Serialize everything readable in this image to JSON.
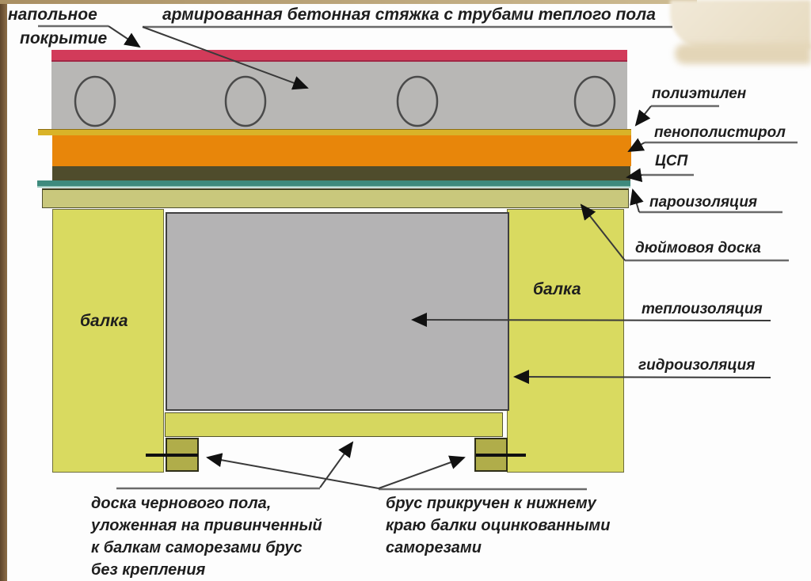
{
  "title": "армированная бетонная стяжка с трубами теплого пола",
  "labels": {
    "floor_covering_line1": "напольное",
    "floor_covering_line2": "покрытие",
    "polyethylene": "полиэтилен",
    "polystyrene": "пенополистирол",
    "csp": "ЦСП",
    "vapor_barrier": "пароизоляция",
    "inch_board": "дюймовоя доска",
    "beam_left": "балка",
    "beam_right": "балка",
    "thermal_insulation": "теплоизоляция",
    "waterproofing": "гидроизоляция"
  },
  "notes": {
    "subfloor": [
      "доска чернового пола,",
      "уложенная на привинченный",
      "к балкам саморезами брус",
      "без крепления"
    ],
    "bar": [
      "брус прикручен к нижнему",
      "краю балки оцинкованными",
      "саморезами"
    ]
  },
  "colors": {
    "floor_covering_pink": "#d23b5a",
    "screed_gray": "#b8b7b5",
    "polyethylene_yellow": "#d9b328",
    "polystyrene_orange": "#e8860a",
    "csp_dark_olive": "#4f4c2c",
    "vapor_barrier_teal": "#3e8a7d",
    "inch_board_khaki": "#c9c87c",
    "beam_yellow": "#d9da60",
    "insulation_gray": "#b4b3b4",
    "subfloor_board_yellow": "#d6d75f",
    "bar_olive": "#b0ad4a",
    "pipe_outline": "#4a4a4a"
  }
}
